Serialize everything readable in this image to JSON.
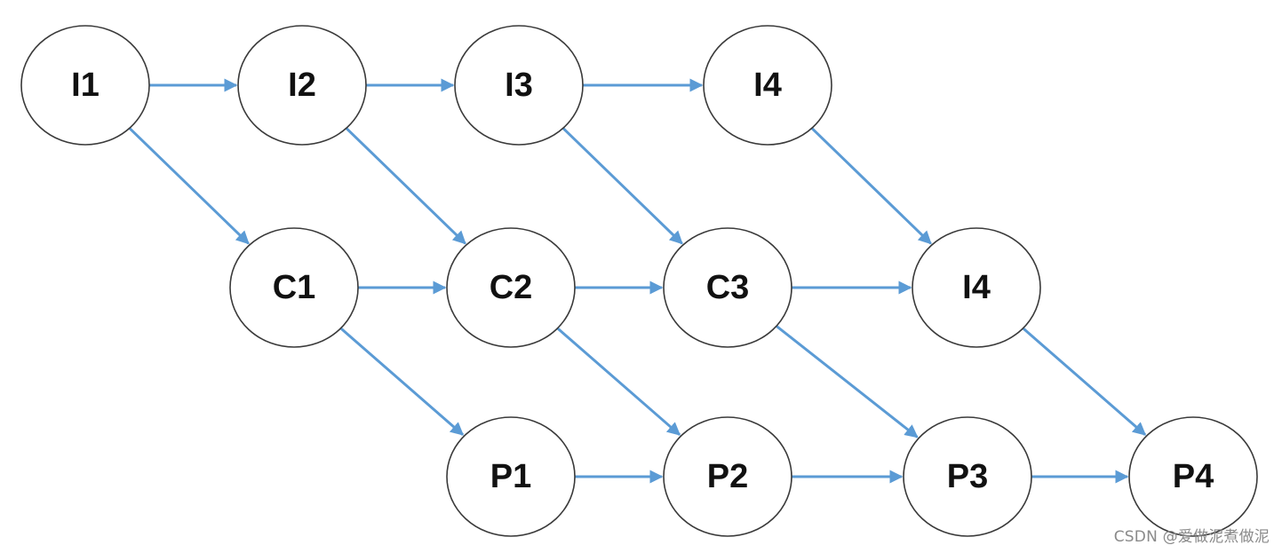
{
  "diagram": {
    "colors": {
      "edge": "#5b9bd5",
      "node_stroke": "#3a3a3a",
      "node_fill": "#ffffff",
      "label": "#111111"
    },
    "nodes": [
      {
        "id": "n_i1",
        "label": "I1"
      },
      {
        "id": "n_i2",
        "label": "I2"
      },
      {
        "id": "n_i3",
        "label": "I3"
      },
      {
        "id": "n_i4_top",
        "label": "I4"
      },
      {
        "id": "n_c1",
        "label": "C1"
      },
      {
        "id": "n_c2",
        "label": "C2"
      },
      {
        "id": "n_c3",
        "label": "C3"
      },
      {
        "id": "n_i4_mid",
        "label": "I4"
      },
      {
        "id": "n_p1",
        "label": "P1"
      },
      {
        "id": "n_p2",
        "label": "P2"
      },
      {
        "id": "n_p3",
        "label": "P3"
      },
      {
        "id": "n_p4",
        "label": "P4"
      }
    ],
    "edges": [
      {
        "from": "n_i1",
        "to": "n_i2"
      },
      {
        "from": "n_i2",
        "to": "n_i3"
      },
      {
        "from": "n_i3",
        "to": "n_i4_top"
      },
      {
        "from": "n_i1",
        "to": "n_c1"
      },
      {
        "from": "n_i2",
        "to": "n_c2"
      },
      {
        "from": "n_i3",
        "to": "n_c3"
      },
      {
        "from": "n_i4_top",
        "to": "n_i4_mid"
      },
      {
        "from": "n_c1",
        "to": "n_c2"
      },
      {
        "from": "n_c2",
        "to": "n_c3"
      },
      {
        "from": "n_c3",
        "to": "n_i4_mid"
      },
      {
        "from": "n_c1",
        "to": "n_p1"
      },
      {
        "from": "n_c2",
        "to": "n_p2"
      },
      {
        "from": "n_c3",
        "to": "n_p3"
      },
      {
        "from": "n_i4_mid",
        "to": "n_p4"
      },
      {
        "from": "n_p1",
        "to": "n_p2"
      },
      {
        "from": "n_p2",
        "to": "n_p3"
      },
      {
        "from": "n_p3",
        "to": "n_p4"
      }
    ]
  },
  "watermark": {
    "text": "CSDN @爱做泥煮做泥"
  }
}
